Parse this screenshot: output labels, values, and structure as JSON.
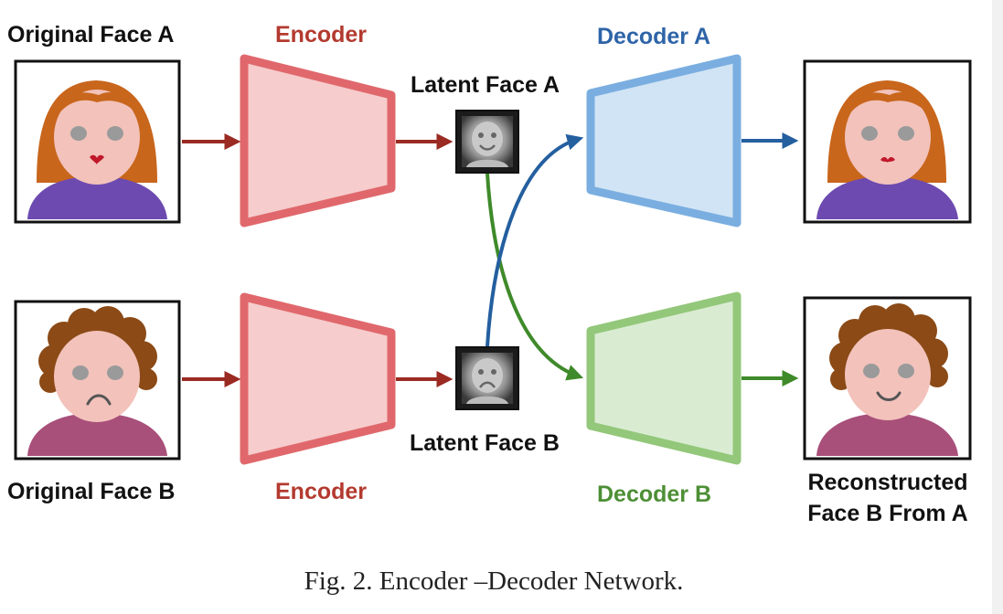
{
  "labels": {
    "original_face_a": "Original Face A",
    "original_face_b": "Original Face B",
    "encoder_top": "Encoder",
    "encoder_bottom": "Encoder",
    "latent_face_a": "Latent Face A",
    "latent_face_b": "Latent Face B",
    "decoder_a": "Decoder A",
    "decoder_b": "Decoder B",
    "reconstructed_line1": "Reconstructed",
    "reconstructed_line2": "Face B From A"
  },
  "caption": "Fig. 2.   Encoder –Decoder Network.",
  "colors": {
    "encoder_stroke": "#e0686c",
    "encoder_fill": "#f6cccc",
    "decoder_a_stroke": "#7aaee0",
    "decoder_a_fill": "#d1e4f5",
    "decoder_b_stroke": "#93c77a",
    "decoder_b_fill": "#d9ecd2",
    "red_arrow": "#9a2a22",
    "blue_arrow": "#245f9f",
    "green_arrow": "#3f8a2a",
    "hair_a": "#c8661c",
    "hair_b": "#8b4a16",
    "skin": "#f2c2bb",
    "shirt_a": "#6d4ab0",
    "shirt_b": "#a84f7a"
  }
}
